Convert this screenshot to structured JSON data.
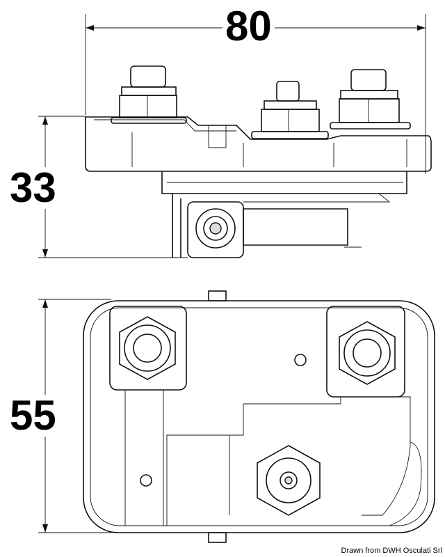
{
  "dimensions": {
    "width": "80",
    "height": "33",
    "depth": "55"
  },
  "credit": "Drawn from DWH Osculati Srl"
}
